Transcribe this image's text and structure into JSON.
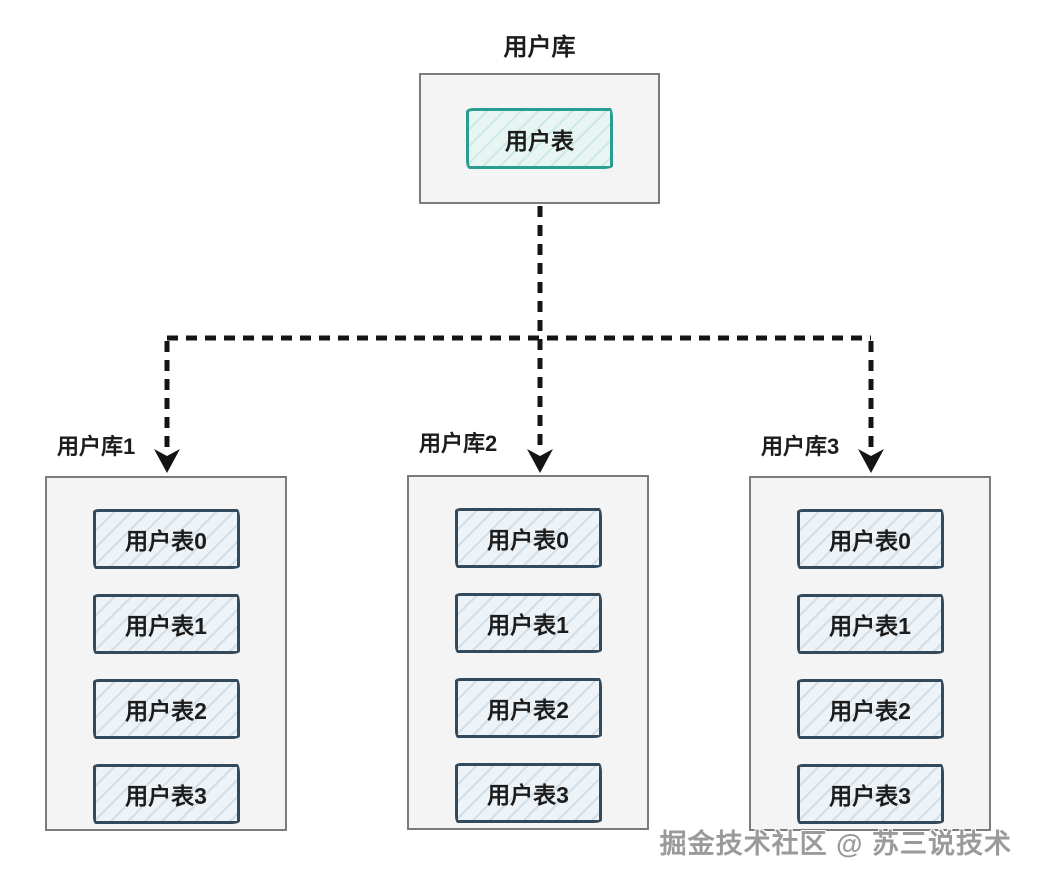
{
  "diagram": {
    "root_db": {
      "label": "用户库",
      "table": "用户表"
    },
    "shards": [
      {
        "label": "用户库1",
        "tables": [
          "用户表0",
          "用户表1",
          "用户表2",
          "用户表3"
        ]
      },
      {
        "label": "用户库2",
        "tables": [
          "用户表0",
          "用户表1",
          "用户表2",
          "用户表3"
        ]
      },
      {
        "label": "用户库3",
        "tables": [
          "用户表0",
          "用户表1",
          "用户表2",
          "用户表3"
        ]
      }
    ],
    "watermark": "掘金技术社区 @ 苏三说技术"
  },
  "colors": {
    "outer_border": "#7b7b7b",
    "outer_fill": "#f4f4f4",
    "teal_border": "#2b9c92",
    "teal_fill": "#e7f6f3",
    "teal_hatch": "#cdeae4",
    "slate_border": "#33495c",
    "slate_fill": "#eef3f7",
    "slate_hatch": "#d3dfe8",
    "line_color": "#141414",
    "text_color": "#1c1c1c",
    "watermark_color": "#9a9a9a"
  }
}
